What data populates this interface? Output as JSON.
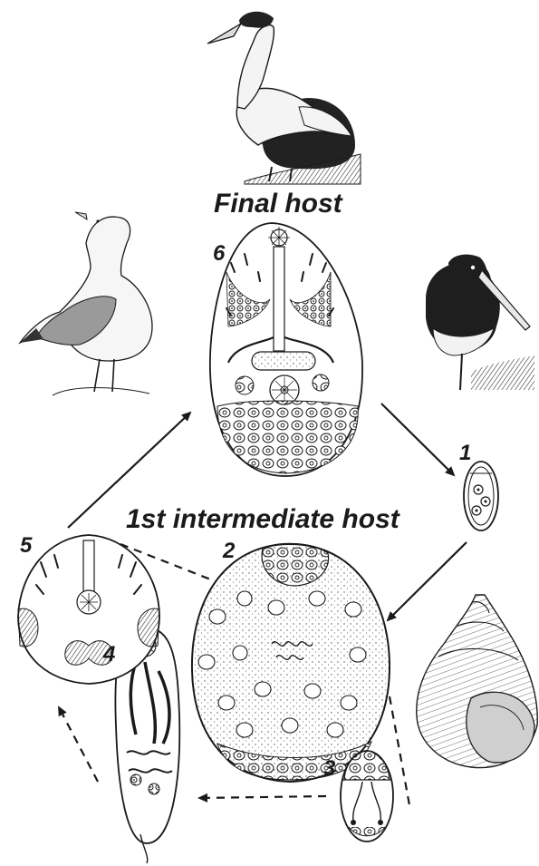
{
  "labels": {
    "final_host": "Final host",
    "first_intermediate_host": "1st intermediate host"
  },
  "stages": [
    {
      "number": "1",
      "form": "egg"
    },
    {
      "number": "2",
      "form": "sporocyst"
    },
    {
      "number": "3",
      "form": "daughter-sporocyst"
    },
    {
      "number": "4",
      "form": "redia"
    },
    {
      "number": "5",
      "form": "metacercaria"
    },
    {
      "number": "6",
      "form": "adult"
    }
  ],
  "hosts": [
    {
      "name": "eider-duck",
      "role": "final"
    },
    {
      "name": "herring-gull",
      "role": "final"
    },
    {
      "name": "oystercatcher",
      "role": "final"
    },
    {
      "name": "periwinkle-snail",
      "role": "first-intermediate"
    }
  ],
  "colors": {
    "ink": "#1a1a1a",
    "paper": "#ffffff",
    "shade": "#9a9a9a",
    "dark": "#222222"
  }
}
